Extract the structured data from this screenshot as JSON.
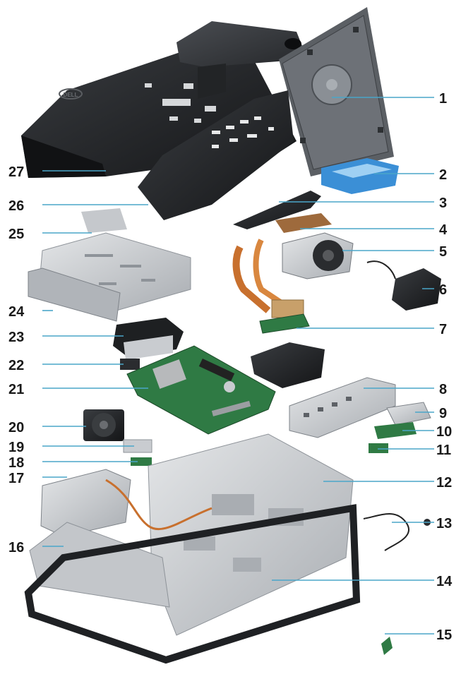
{
  "callouts": [
    {
      "label": "1"
    },
    {
      "label": "2"
    },
    {
      "label": "3"
    },
    {
      "label": "4"
    },
    {
      "label": "5"
    },
    {
      "label": "6"
    },
    {
      "label": "7"
    },
    {
      "label": "8"
    },
    {
      "label": "9"
    },
    {
      "label": "10"
    },
    {
      "label": "11"
    },
    {
      "label": "12"
    },
    {
      "label": "13"
    },
    {
      "label": "14"
    },
    {
      "label": "15"
    },
    {
      "label": "16"
    },
    {
      "label": "17"
    },
    {
      "label": "18"
    },
    {
      "label": "19"
    },
    {
      "label": "20"
    },
    {
      "label": "21"
    },
    {
      "label": "22"
    },
    {
      "label": "23"
    },
    {
      "label": "24"
    },
    {
      "label": "25"
    },
    {
      "label": "26"
    },
    {
      "label": "27"
    }
  ],
  "colors": {
    "leader_line": "#4aa6c9",
    "metal": "#c9ccd0",
    "metal_dark": "#8e9399",
    "plastic_black": "#1f2124",
    "pcb_green": "#2f7a44",
    "copper": "#c8702e",
    "blue_drive": "#3b8fd6",
    "logo": "#444444"
  },
  "logo": {
    "text": "DELL"
  }
}
